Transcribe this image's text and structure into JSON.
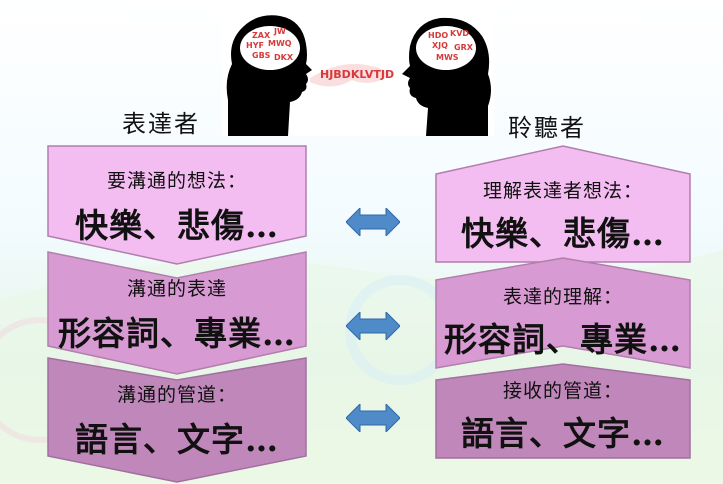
{
  "labels": {
    "speaker": "表達者",
    "listener": "聆聽者"
  },
  "speaker": {
    "steps": [
      {
        "title": "要溝通的想法：",
        "content": "快樂、悲傷…"
      },
      {
        "title": "溝通的表達",
        "content": "形容詞、專業…"
      },
      {
        "title": "溝通的管道：",
        "content": "語言、文字…"
      }
    ]
  },
  "listener": {
    "steps": [
      {
        "title": "理解表達者想法：",
        "content": "快樂、悲傷…"
      },
      {
        "title": "表達的理解：",
        "content": "形容詞、專業…"
      },
      {
        "title": "接收的管道：",
        "content": "語言、文字…"
      }
    ]
  },
  "speech_letters": "HJBDKLVTJD",
  "colors": {
    "level1": "#f4bdf1",
    "level2": "#d89ad2",
    "level3": "#c088ba",
    "stroke": "#b07fab",
    "arrow": "#4f8bc9",
    "silhouette": "#000000",
    "letters": "#d63a3a"
  },
  "icons": {
    "header": "conversation-silhouettes",
    "arrows": "double-arrow-icon"
  }
}
